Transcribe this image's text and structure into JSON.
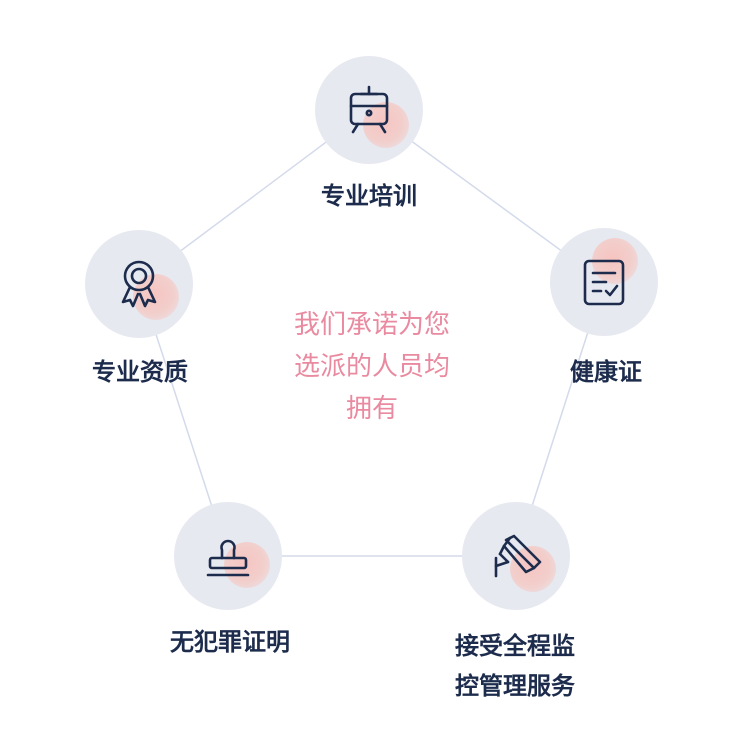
{
  "center_text": {
    "line1": "我们承诺为您",
    "line2": "选派的人员均",
    "line3": "拥有"
  },
  "items": [
    {
      "label": "专业培训",
      "icon": "training-board-icon"
    },
    {
      "label": "健康证",
      "icon": "certificate-document-icon"
    },
    {
      "label": "接受全程监",
      "label_line2": "控管理服务",
      "icon": "surveillance-camera-icon"
    },
    {
      "label": "无犯罪证明",
      "icon": "stamp-seal-icon"
    },
    {
      "label": "专业资质",
      "icon": "award-badge-icon"
    }
  ],
  "colors": {
    "text_dark": "#1d2c4d",
    "center_text": "#e98aa0",
    "circle_bg": "#e7e9f1",
    "accent": "#f4c7c4",
    "line": "#d3daea"
  }
}
